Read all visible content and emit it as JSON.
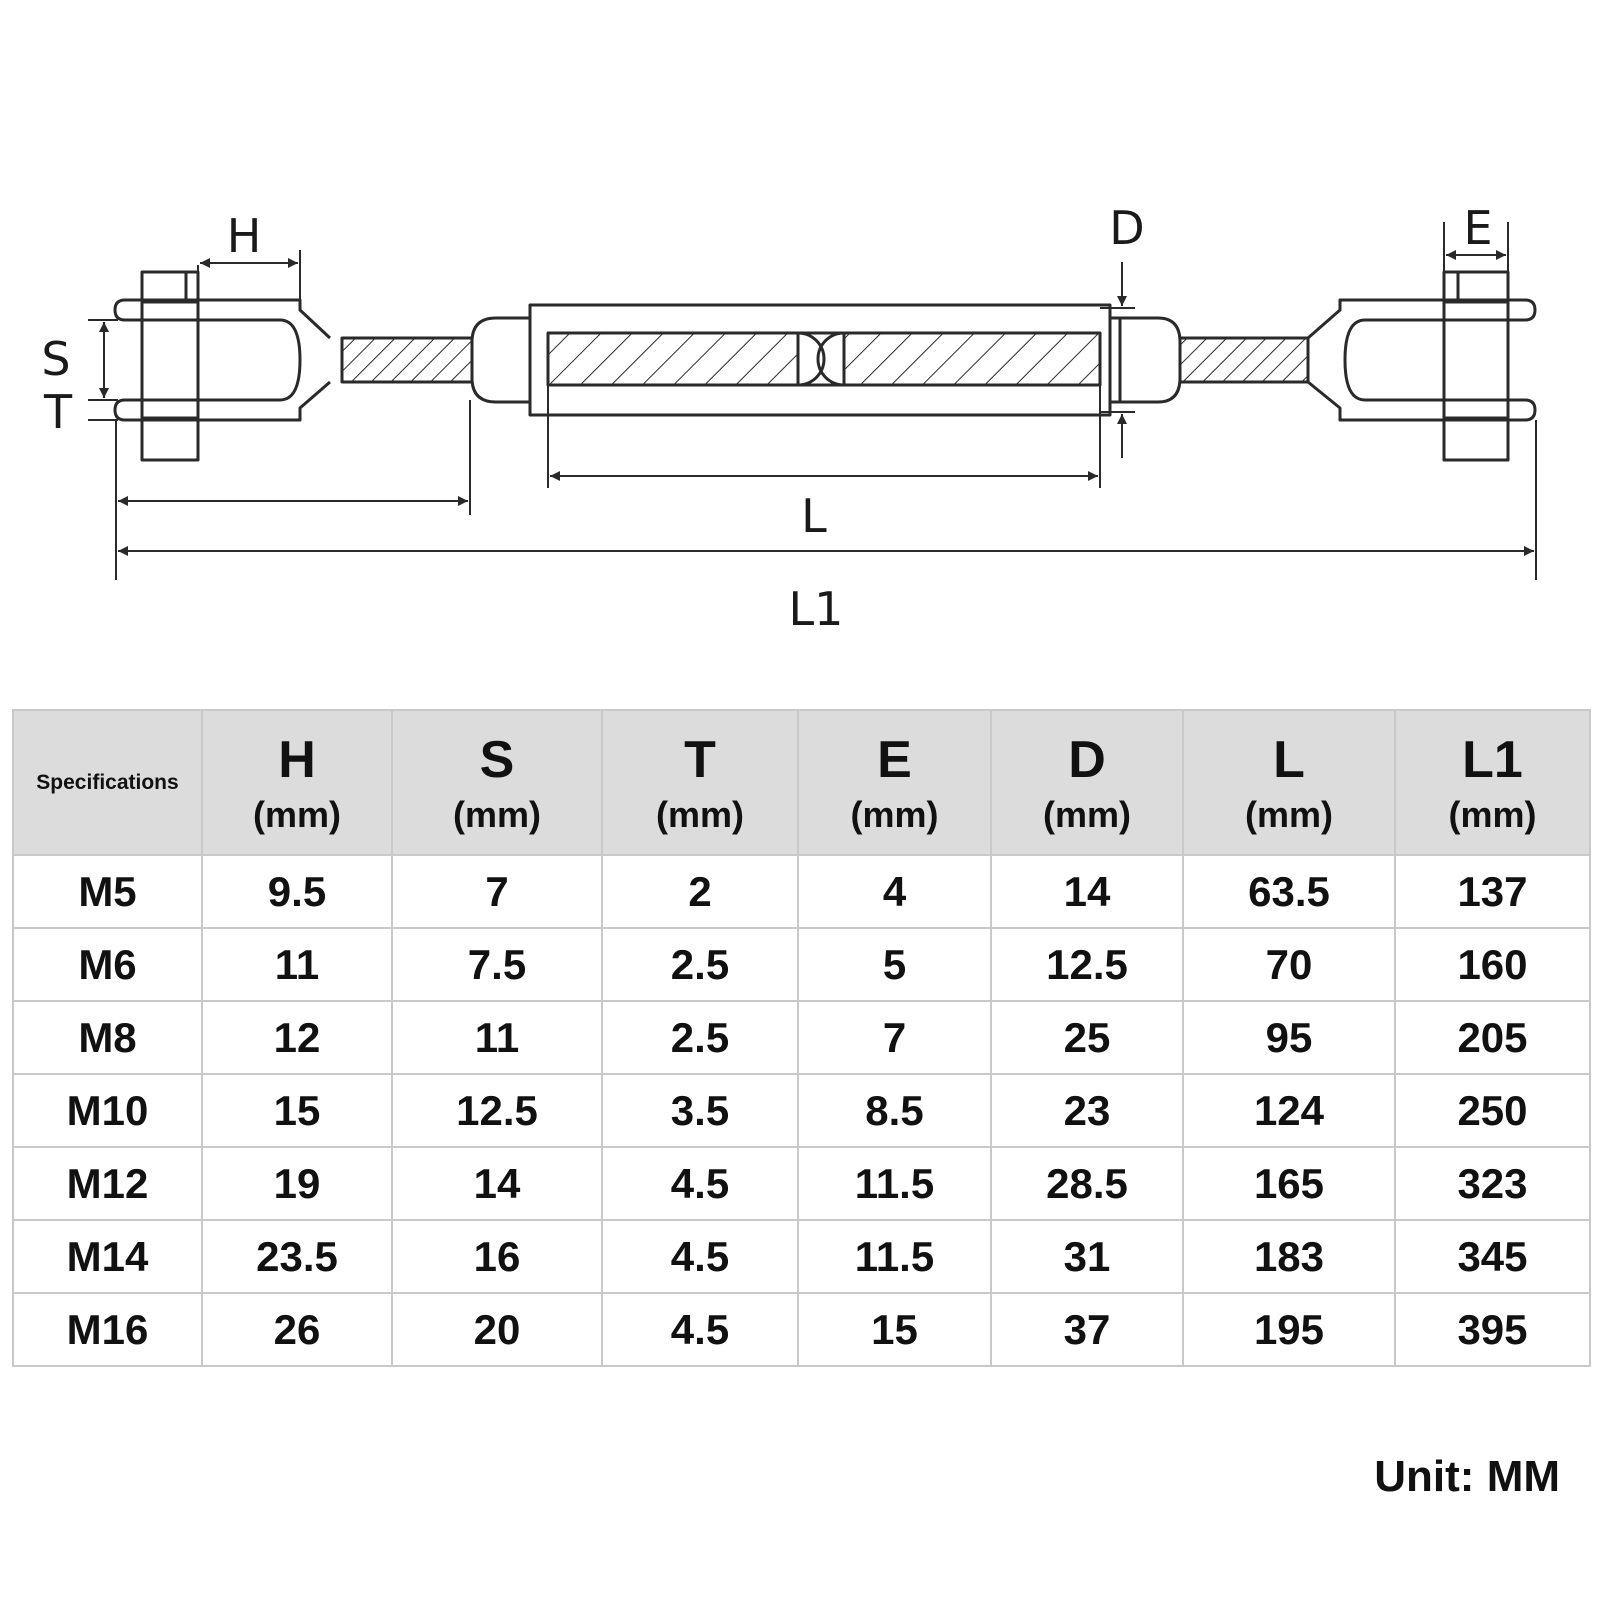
{
  "diagram": {
    "labels": {
      "H": "H",
      "S": "S",
      "T": "T",
      "D": "D",
      "E": "E",
      "L": "L",
      "L1": "L1"
    },
    "stroke_color": "#2a2a2a"
  },
  "table": {
    "header_bg": "#dcdcdc",
    "spec_header": "Specifications",
    "columns": [
      {
        "sym": "H",
        "unit": "(mm)"
      },
      {
        "sym": "S",
        "unit": "(mm)"
      },
      {
        "sym": "T",
        "unit": "(mm)"
      },
      {
        "sym": "E",
        "unit": "(mm)"
      },
      {
        "sym": "D",
        "unit": "(mm)"
      },
      {
        "sym": "L",
        "unit": "(mm)"
      },
      {
        "sym": "L1",
        "unit": "(mm)"
      }
    ],
    "rows": [
      {
        "spec": "M5",
        "values": [
          "9.5",
          "7",
          "2",
          "4",
          "14",
          "63.5",
          "137"
        ]
      },
      {
        "spec": "M6",
        "values": [
          "11",
          "7.5",
          "2.5",
          "5",
          "12.5",
          "70",
          "160"
        ]
      },
      {
        "spec": "M8",
        "values": [
          "12",
          "11",
          "2.5",
          "7",
          "25",
          "95",
          "205"
        ]
      },
      {
        "spec": "M10",
        "values": [
          "15",
          "12.5",
          "3.5",
          "8.5",
          "23",
          "124",
          "250"
        ]
      },
      {
        "spec": "M12",
        "values": [
          "19",
          "14",
          "4.5",
          "11.5",
          "28.5",
          "165",
          "323"
        ]
      },
      {
        "spec": "M14",
        "values": [
          "23.5",
          "16",
          "4.5",
          "11.5",
          "31",
          "183",
          "345"
        ]
      },
      {
        "spec": "M16",
        "values": [
          "26",
          "20",
          "4.5",
          "15",
          "37",
          "195",
          "395"
        ]
      }
    ]
  },
  "footer": {
    "unit_note": "Unit: MM"
  }
}
